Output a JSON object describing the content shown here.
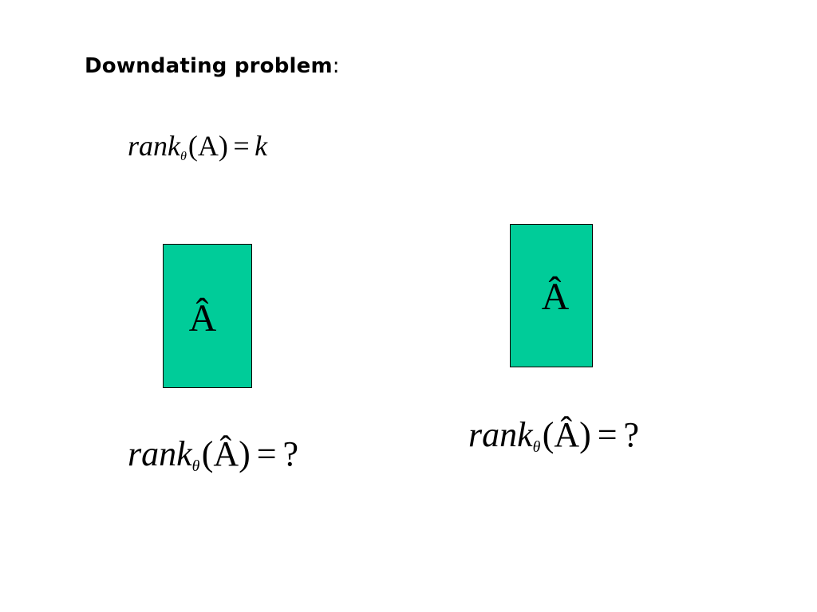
{
  "slide": {
    "title": "Downdating problem",
    "title_colon": ":",
    "formula_top": {
      "func": "rank",
      "subscript": "θ",
      "argument": "(A)",
      "equals": "=",
      "result": "k"
    },
    "box_left": {
      "label": "Â",
      "color": "#00cc99"
    },
    "box_right": {
      "label": "Â",
      "color": "#00cc99"
    },
    "formula_left": {
      "func": "rank",
      "subscript": "θ",
      "argument": "(Â)",
      "equals": "=",
      "result": "?"
    },
    "formula_right": {
      "func": "rank",
      "subscript": "θ",
      "argument": "(Â)",
      "equals": "=",
      "result": "?"
    }
  }
}
